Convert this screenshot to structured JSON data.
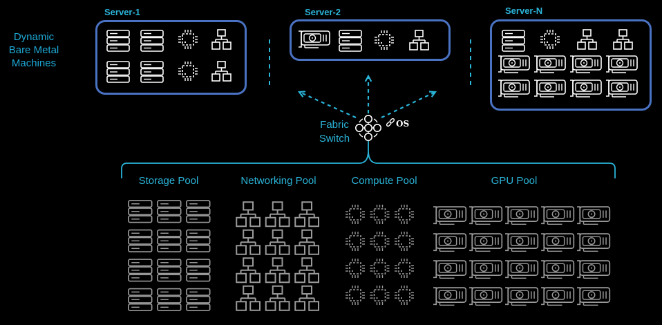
{
  "side_label": [
    "Dynamic",
    "Bare Metal",
    "Machines"
  ],
  "servers": [
    {
      "title": "Server-1"
    },
    {
      "title": "Server-2"
    },
    {
      "title": "Server-N"
    }
  ],
  "switch": {
    "label_line1": "Fabric",
    "label_line2": "Switch",
    "os_label": "OS"
  },
  "pools": [
    {
      "label": "Storage Pool"
    },
    {
      "label": "Networking Pool"
    },
    {
      "label": "Compute Pool"
    },
    {
      "label": "GPU Pool"
    }
  ],
  "colors": {
    "accent": "#2ab4d8",
    "box_border": "#4a72c2",
    "icon_white": "#ffffff",
    "icon_gray": "#9a9a9a"
  },
  "icons": [
    "storage-icon",
    "network-icon",
    "cpu-icon",
    "gpu-icon",
    "switch-icon",
    "link-icon"
  ]
}
